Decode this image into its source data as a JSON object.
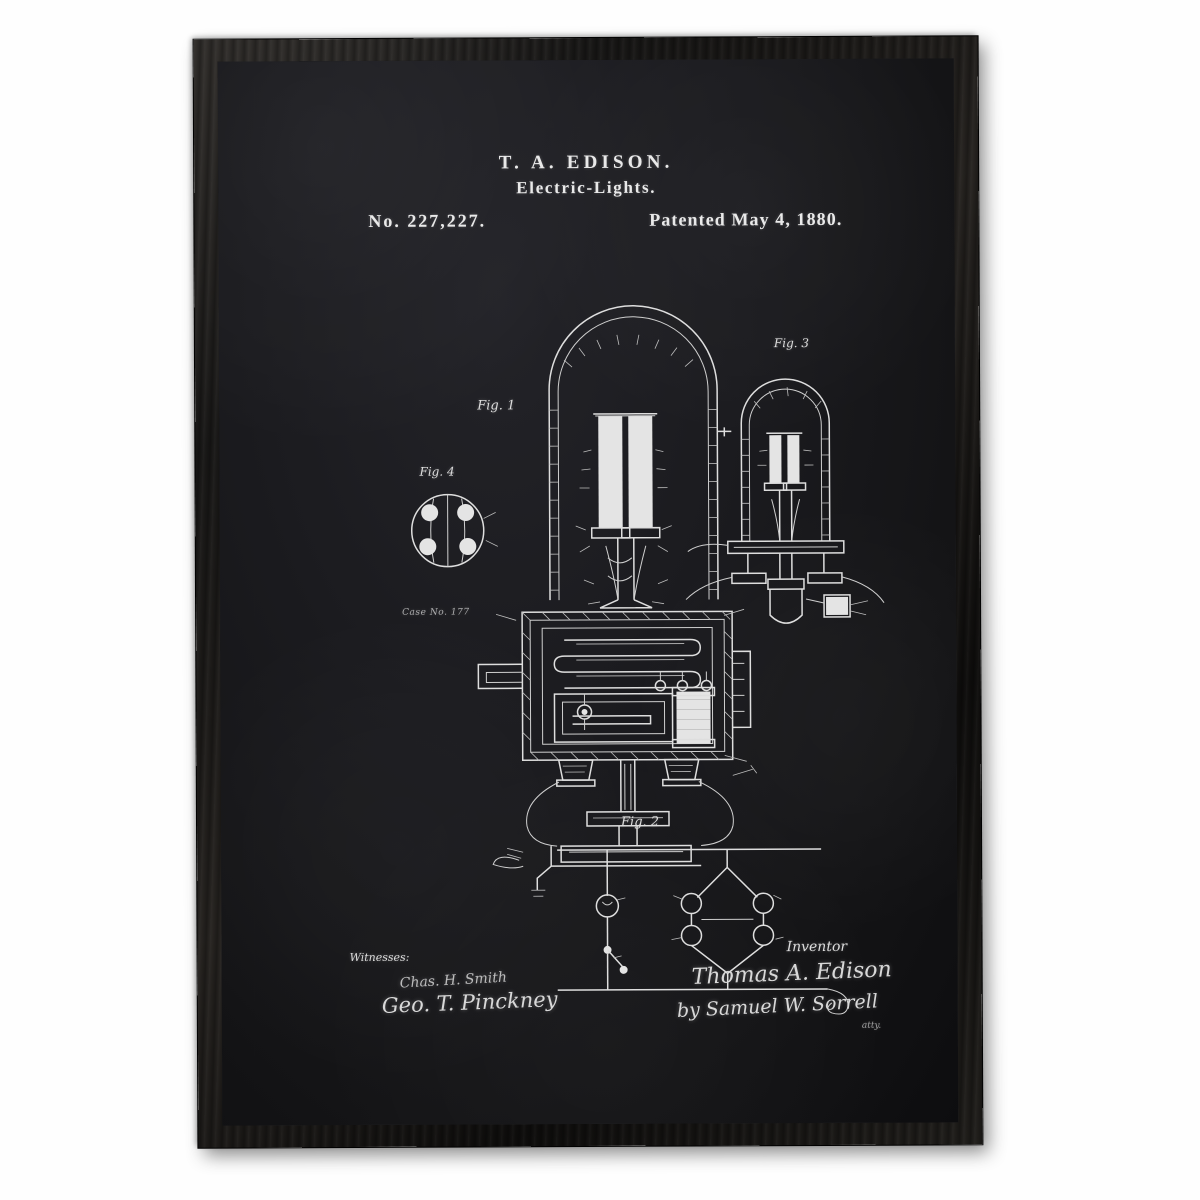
{
  "artwork": {
    "type": "framed-patent-print",
    "frame_color": "#1a1816",
    "paper_color": "#1b1b1f",
    "ink_color": "#dedede",
    "background_color": "#ffffff"
  },
  "header": {
    "inventor_name": "T. A. EDISON.",
    "invention_title": "Electric-Lights.",
    "patent_number": "No. 227,227.",
    "patent_date": "Patented May 4, 1880."
  },
  "figures": [
    {
      "id": "fig1",
      "label": "Fig. 1",
      "caption": "Incandescent lamp with bell jar, vacuum pump mechanism and regulator box"
    },
    {
      "id": "fig2",
      "label": "Fig. 2",
      "caption": "Circuit diagram showing lamps in bridge arrangement across mains"
    },
    {
      "id": "fig3",
      "label": "Fig. 3",
      "caption": "Smaller bell jar lamp assembly with base fittings"
    },
    {
      "id": "fig4",
      "label": "Fig. 4",
      "caption": "Circular cross-section detail of the carbon conductor"
    }
  ],
  "annotations": {
    "case_note": "Case No. 177"
  },
  "signatures": {
    "witnesses_label": "Witnesses:",
    "witness_1": "Chas. H. Smith",
    "witness_2": "Geo. T. Pinckney",
    "inventor_label": "Inventor",
    "inventor_signature": "Thomas A. Edison",
    "attorney_line": "by Samuel W. Sorrell",
    "attorney_suffix": "atty."
  }
}
